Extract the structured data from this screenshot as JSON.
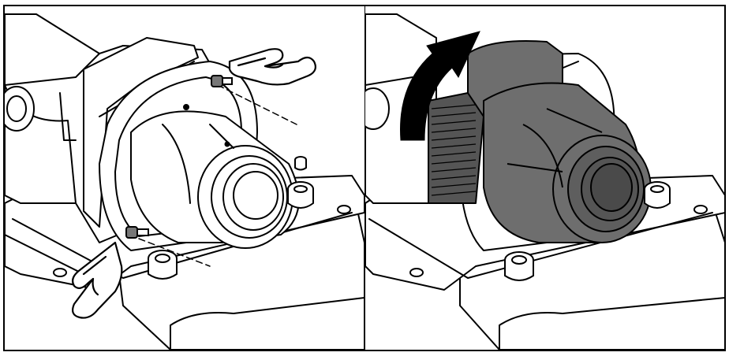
{
  "figure": {
    "panels": [
      {
        "id": "left",
        "step": "release-lens-clips",
        "icons": [
          "hand-pointer-icon-top",
          "hand-pointer-icon-bottom"
        ]
      },
      {
        "id": "right",
        "step": "tilt-lens-unit-up",
        "icons": [
          "rotate-arrow-icon"
        ]
      }
    ]
  },
  "colors": {
    "line": "#000000",
    "lens_shaded": "#6e6e6e",
    "lens_dark": "#555555",
    "clip_gray": "#777777",
    "background": "#ffffff"
  }
}
